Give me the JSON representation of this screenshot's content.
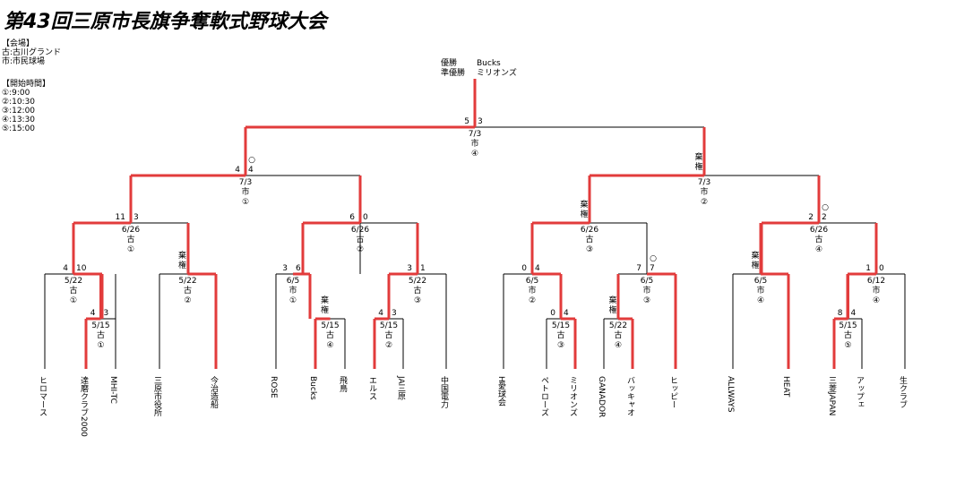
{
  "title": "第43回三原市長旗争奪軟式野球大会",
  "venue": {
    "heading": "【会場】",
    "lines": [
      "古:古川グランド",
      "市:市民球場"
    ]
  },
  "times": {
    "heading": "【開始時間】",
    "lines": [
      "①:9:00",
      "②:10:30",
      "③:12:00",
      "④:13:30",
      "⑤:15:00"
    ]
  },
  "result": {
    "winner_label": "優勝",
    "winner": "Bucks",
    "runner_label": "準優勝",
    "runner": "ミリオンズ"
  },
  "teams": [
    "ヒロマース",
    "達磨クラブ2000",
    "MHI-TC",
    "三原市役所",
    "今治造船",
    "ROSE",
    "Bucks",
    "飛鳥",
    "エルス",
    "JA三原",
    "中国電力",
    "H愛球会",
    "ペトローズ",
    "ミリオンズ",
    "GANADOR",
    "バッキャオ",
    "ヒッピー",
    "ALLWAYS",
    "HEAT",
    "三菱JAPAN",
    "アップェ",
    "生クラブ"
  ],
  "matches": [
    {
      "date": "5/15",
      "venue": "古",
      "slot": "①",
      "left_score": "4",
      "right_score": "3",
      "note": ""
    },
    {
      "date": "5/22",
      "venue": "古",
      "slot": "①",
      "left_score": "4",
      "right_score": "10",
      "note": ""
    },
    {
      "date": "5/22",
      "venue": "古",
      "slot": "②",
      "left_score": "",
      "right_score": "",
      "note": "棄権"
    },
    {
      "date": "5/15",
      "venue": "古",
      "slot": "④",
      "left_score": "",
      "right_score": "",
      "note": "棄権"
    },
    {
      "date": "6/5",
      "venue": "市",
      "slot": "①",
      "left_score": "3",
      "right_score": "6",
      "note": ""
    },
    {
      "date": "5/15",
      "venue": "古",
      "slot": "②",
      "left_score": "4",
      "right_score": "3",
      "note": ""
    },
    {
      "date": "5/22",
      "venue": "古",
      "slot": "③",
      "left_score": "3",
      "right_score": "1",
      "note": ""
    },
    {
      "date": "6/5",
      "venue": "市",
      "slot": "②",
      "left_score": "0",
      "right_score": "4",
      "note": ""
    },
    {
      "date": "5/15",
      "venue": "古",
      "slot": "③",
      "left_score": "0",
      "right_score": "4",
      "note": ""
    },
    {
      "date": "5/22",
      "venue": "古",
      "slot": "④",
      "left_score": "",
      "right_score": "",
      "note": "棄権"
    },
    {
      "date": "6/5",
      "venue": "市",
      "slot": "③",
      "left_score": "7",
      "right_score": "7",
      "note": "○"
    },
    {
      "date": "6/5",
      "venue": "市",
      "slot": "④",
      "left_score": "",
      "right_score": "",
      "note": "棄権"
    },
    {
      "date": "5/15",
      "venue": "古",
      "slot": "⑤",
      "left_score": "8",
      "right_score": "4",
      "note": ""
    },
    {
      "date": "6/12",
      "venue": "市",
      "slot": "④",
      "left_score": "1",
      "right_score": "0",
      "note": ""
    },
    {
      "date": "6/26",
      "venue": "古",
      "slot": "①",
      "left_score": "11",
      "right_score": "3",
      "note": ""
    },
    {
      "date": "6/26",
      "venue": "古",
      "slot": "②",
      "left_score": "6",
      "right_score": "0",
      "note": ""
    },
    {
      "date": "6/26",
      "venue": "古",
      "slot": "③",
      "left_score": "",
      "right_score": "",
      "note": "棄権"
    },
    {
      "date": "6/26",
      "venue": "古",
      "slot": "④",
      "left_score": "2",
      "right_score": "2",
      "note": "○"
    },
    {
      "date": "7/3",
      "venue": "市",
      "slot": "①",
      "left_score": "4",
      "right_score": "4",
      "note": "○"
    },
    {
      "date": "7/3",
      "venue": "市",
      "slot": "②",
      "left_score": "",
      "right_score": "",
      "note": "棄権"
    },
    {
      "date": "7/3",
      "venue": "市",
      "slot": "④",
      "left_score": "5",
      "right_score": "3",
      "note": ""
    }
  ],
  "colors": {
    "win_line": "#e23b3b",
    "line": "#000000"
  }
}
